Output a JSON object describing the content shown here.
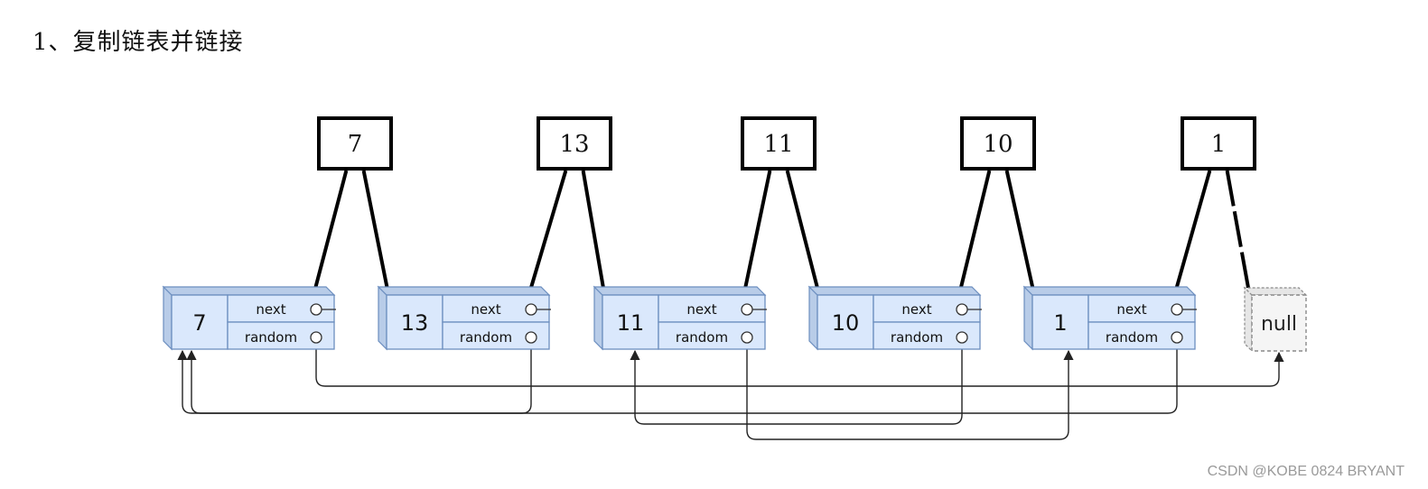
{
  "heading": "1、复制链表并链接",
  "watermark": "CSDN @KOBE 0824 BRYANT",
  "colors": {
    "node_fill": "#dae8fc",
    "node_side": "#b8cce8",
    "node_stroke": "#6c8ebf",
    "null_fill": "#f5f5f5",
    "null_stroke": "#8a8a8a",
    "copy_stroke": "#000000",
    "pointer_stroke": "#222222"
  },
  "original_nodes": [
    {
      "value": "7",
      "next_label": "next",
      "random_label": "random"
    },
    {
      "value": "13",
      "next_label": "next",
      "random_label": "random"
    },
    {
      "value": "11",
      "next_label": "next",
      "random_label": "random"
    },
    {
      "value": "10",
      "next_label": "next",
      "random_label": "random"
    },
    {
      "value": "1",
      "next_label": "next",
      "random_label": "random"
    }
  ],
  "copied_nodes": [
    {
      "value": "7"
    },
    {
      "value": "13"
    },
    {
      "value": "11"
    },
    {
      "value": "10"
    },
    {
      "value": "1"
    }
  ],
  "null_node": {
    "label": "null"
  },
  "random_links": [
    {
      "from": "7",
      "to": "null"
    },
    {
      "from": "13",
      "to": "7"
    },
    {
      "from": "11",
      "to": "1"
    },
    {
      "from": "10",
      "to": "11"
    },
    {
      "from": "1",
      "to": "7"
    }
  ]
}
